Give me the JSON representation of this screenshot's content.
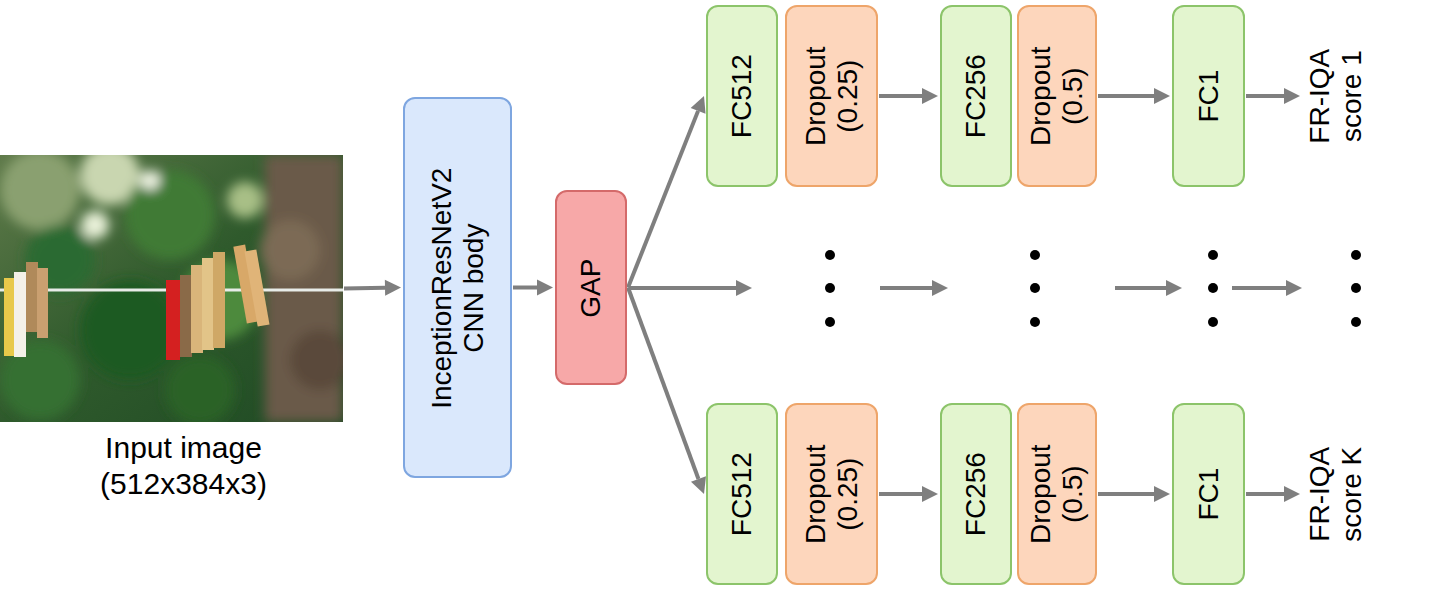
{
  "diagram": {
    "nodes": [
      {
        "text": [
          "Input image (512x384x3)"
        ]
      },
      {
        "text": [
          "InceptionResNetV2 CNN body"
        ]
      },
      {
        "text": [
          "GAP"
        ]
      },
      {
        "text": [
          "FC512"
        ]
      },
      {
        "text": [
          "Dropout (0.25)"
        ]
      },
      {
        "text": [
          "FC256"
        ]
      },
      {
        "text": [
          "Dropout (0.5)"
        ]
      },
      {
        "text": [
          "FC1"
        ]
      },
      {
        "text": [
          "FC512"
        ]
      },
      {
        "text": [
          "Dropout (0.25)"
        ]
      },
      {
        "text": [
          "FC256"
        ]
      },
      {
        "text": [
          "Dropout (0.5)"
        ]
      },
      {
        "text": [
          "FC1"
        ]
      }
    ],
    "edges": [
      {
        "from": 0,
        "to": 1,
        "arrow": "to"
      },
      {
        "from": 1,
        "to": 2,
        "arrow": "to"
      },
      {
        "from": 2,
        "to": 3,
        "arrow": "to"
      },
      {
        "from": 4,
        "to": 5,
        "arrow": "to"
      },
      {
        "from": 6,
        "to": 7,
        "arrow": "to"
      },
      {
        "from": 2,
        "to": 8,
        "arrow": "to"
      },
      {
        "from": 9,
        "to": 10,
        "arrow": "to"
      },
      {
        "from": 11,
        "to": 12,
        "arrow": "to"
      }
    ],
    "labels": [
      "FR-IQA score 1",
      "FR-IQA score K"
    ]
  }
}
